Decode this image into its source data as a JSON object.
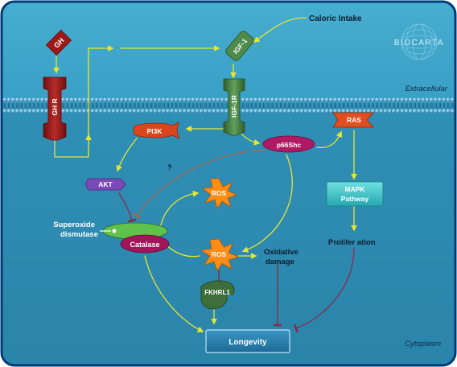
{
  "brand": {
    "name": "BIOCARTA"
  },
  "regions": {
    "extracellular": "Extracellular",
    "cytoplasm": "Cytoplasm"
  },
  "inputs": {
    "caloric_intake": "Caloric Intake"
  },
  "molecules": {
    "gh": "GH",
    "ghr": "GH R",
    "igf1": "IGF-1",
    "igf1r": "IGF-1R",
    "pi3k": "PI3K",
    "akt": "AKT",
    "p66shc": "p66Shc",
    "ras": "RAS",
    "mapk": [
      "MAPK",
      "Pathway"
    ],
    "ros_top": "ROS",
    "ros_mid": "ROS",
    "sod": [
      "Superoxide",
      "dismutase"
    ],
    "catalase": "Catalase",
    "fkhrl1": "FKHRL1"
  },
  "outcomes": {
    "oxidative_damage": [
      "Oxidative",
      "damage"
    ],
    "proliferation": "Prolifer ation",
    "longevity": "Longevity",
    "unknown_link": "?"
  },
  "colors": {
    "cytoplasm": "#2d90b4",
    "extracellular": "#3da5ca",
    "frame": "#003c78",
    "arrow_activate": "#e6e632",
    "arrow_inhibit": "#8a2a4a",
    "gh": "#9e1a1a",
    "igf": "#4e8a4a",
    "pi3k": "#d9461c",
    "akt": "#7a4ab8",
    "p66shc": "#b01a64",
    "ras": "#e0501e",
    "mapk": "#3fc8c8",
    "ros": "#ff8c14",
    "sod": "#5fc24a",
    "catalase": "#a3155a",
    "fkhrl1": "#3e6e3a",
    "longevity": "#2678a8"
  }
}
